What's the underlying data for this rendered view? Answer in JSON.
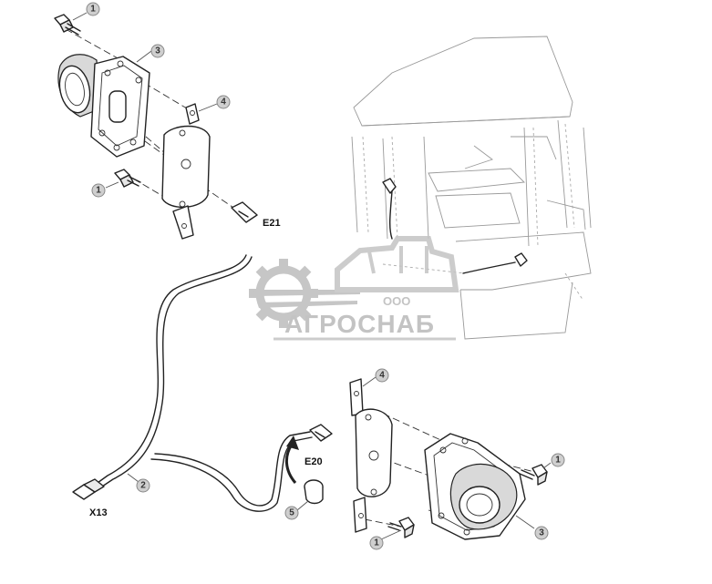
{
  "callouts": {
    "c1_top": "1",
    "c3_top": "3",
    "c4_top": "4",
    "c1_mid": "1",
    "c4_bottom": "4",
    "c2": "2",
    "c5": "5",
    "c1_right": "1",
    "c1_bottom": "1",
    "c3_bottom": "3"
  },
  "connectors": {
    "e21": "E21",
    "e20": "E20",
    "x13": "X13"
  },
  "watermark": {
    "prefix": "ООО",
    "brand": "АГРОСНАБ"
  }
}
